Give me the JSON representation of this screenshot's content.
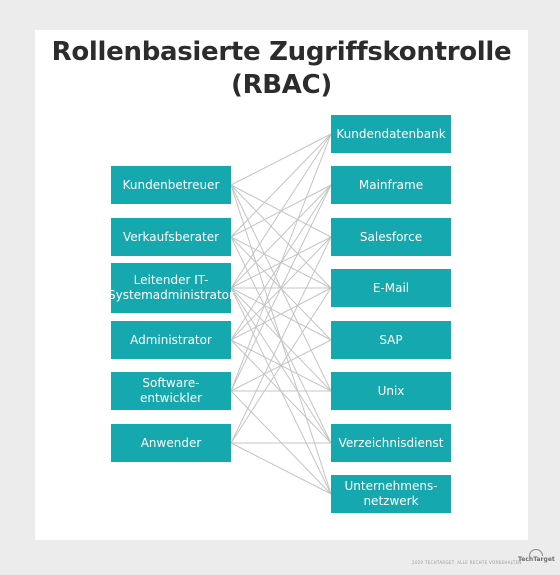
{
  "title": {
    "line1": "Rollenbasierte Zugriffskontrolle",
    "line2": "(RBAC)"
  },
  "roles": [
    "Kundenbetreuer",
    "Verkaufsberater",
    "Leitender IT-\nSystemadministrator",
    "Administrator",
    "Software-\nentwickler",
    "Anwender"
  ],
  "resources": [
    "Kundendatenbank",
    "Mainframe",
    "Salesforce",
    "E-Mail",
    "SAP",
    "Unix",
    "Verzeichnisdienst",
    "Unternehmens-\nnetzwerk"
  ],
  "connections": [
    [
      0,
      0
    ],
    [
      0,
      2
    ],
    [
      0,
      3
    ],
    [
      0,
      5
    ],
    [
      0,
      7
    ],
    [
      1,
      0
    ],
    [
      1,
      1
    ],
    [
      1,
      3
    ],
    [
      1,
      4
    ],
    [
      1,
      6
    ],
    [
      2,
      0
    ],
    [
      2,
      1
    ],
    [
      2,
      2
    ],
    [
      2,
      3
    ],
    [
      2,
      4
    ],
    [
      2,
      5
    ],
    [
      2,
      6
    ],
    [
      2,
      7
    ],
    [
      3,
      1
    ],
    [
      3,
      2
    ],
    [
      3,
      3
    ],
    [
      3,
      5
    ],
    [
      3,
      6
    ],
    [
      4,
      0
    ],
    [
      4,
      1
    ],
    [
      4,
      4
    ],
    [
      4,
      5
    ],
    [
      4,
      7
    ],
    [
      5,
      2
    ],
    [
      5,
      3
    ],
    [
      5,
      6
    ],
    [
      5,
      7
    ]
  ],
  "colors": {
    "box": "#15a8ae",
    "line": "#c4c4c4",
    "title": "#2c2c2c"
  },
  "footer": {
    "copyright": "2020 TECHTARGET. ALLE RECHTE VORBEHALTEN",
    "logo": "TechTarget"
  }
}
